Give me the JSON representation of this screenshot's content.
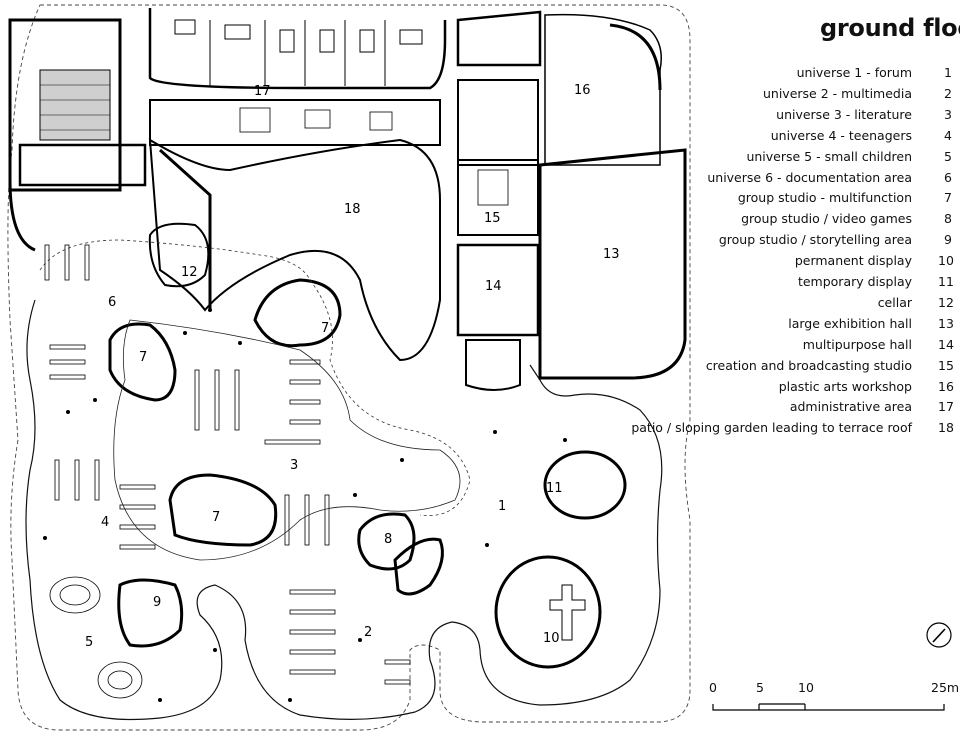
{
  "title": "ground floor",
  "legend": [
    {
      "label": "universe 1 - forum",
      "num": "1"
    },
    {
      "label": "universe 2 - multimedia",
      "num": "2"
    },
    {
      "label": "universe 3 - literature",
      "num": "3"
    },
    {
      "label": "universe 4 - teenagers",
      "num": "4"
    },
    {
      "label": "universe 5 - small children",
      "num": "5"
    },
    {
      "label": "universe 6 - documentation area",
      "num": "6"
    },
    {
      "label": "group studio - multifunction",
      "num": "7"
    },
    {
      "label": "group studio / video games",
      "num": "8"
    },
    {
      "label": "group studio / storytelling area",
      "num": "9"
    },
    {
      "label": "permanent display",
      "num": "10"
    },
    {
      "label": "temporary display",
      "num": "11"
    },
    {
      "label": "cellar",
      "num": "12"
    },
    {
      "label": "large exhibition hall",
      "num": "13"
    },
    {
      "label": "multipurpose hall",
      "num": "14"
    },
    {
      "label": "creation and broadcasting studio",
      "num": "15"
    },
    {
      "label": "plastic arts workshop",
      "num": "16"
    },
    {
      "label": "administrative area",
      "num": "17"
    },
    {
      "label": "patio / sloping garden leading to terrace roof",
      "num": "18"
    }
  ],
  "scale_bar": {
    "labels": [
      "0",
      "5",
      "10",
      "25m"
    ]
  },
  "plan_labels": {
    "n1": "1",
    "n2": "2",
    "n3": "3",
    "n4": "4",
    "n5": "5",
    "n6": "6",
    "n7a": "7",
    "n7b": "7",
    "n7c": "7",
    "n8": "8",
    "n9": "9",
    "n10": "10",
    "n11": "11",
    "n12": "12",
    "n13": "13",
    "n14": "14",
    "n15": "15",
    "n16": "16",
    "n17": "17",
    "n18": "18"
  },
  "icons": {
    "compass": "north-arrow-icon"
  }
}
